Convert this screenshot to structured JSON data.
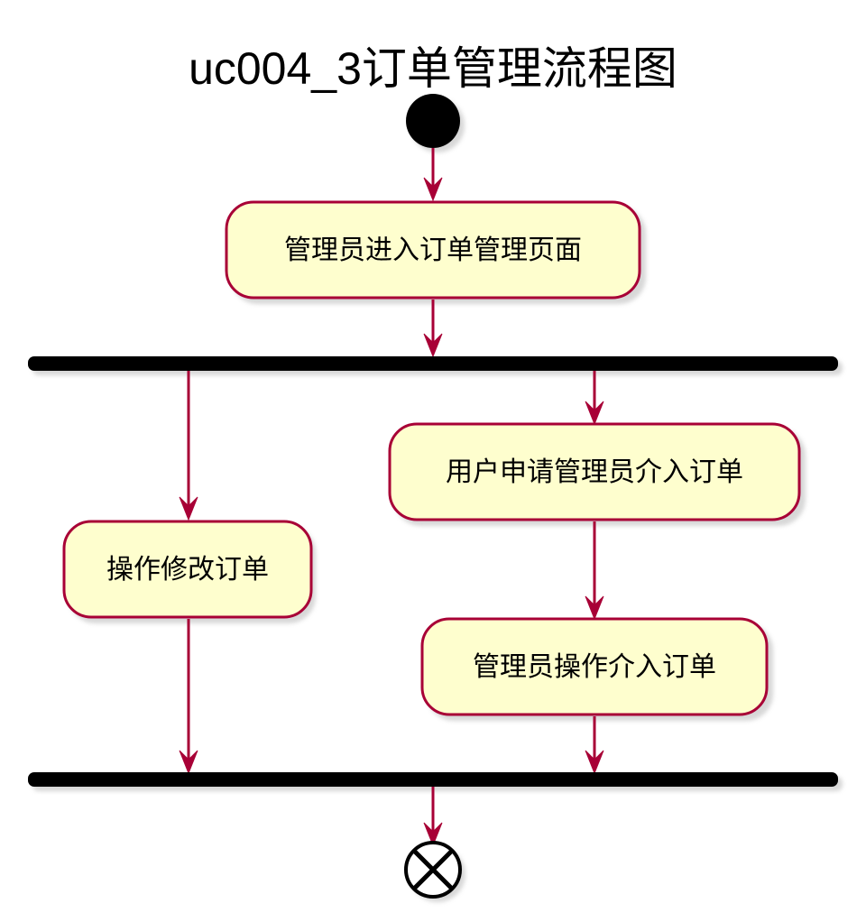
{
  "title": "uc004_3订单管理流程图",
  "nodes": {
    "enter_order_page": "管理员进入订单管理页面",
    "user_request_intervention": "用户申请管理员介入订单",
    "modify_order": "操作修改订单",
    "admin_intervene_order": "管理员操作介入订单"
  },
  "colors": {
    "activity_fill": "#FEFECE",
    "activity_border": "#A80036",
    "arrow": "#A80036",
    "fork_bar": "#000000",
    "start_node": "#000000"
  }
}
